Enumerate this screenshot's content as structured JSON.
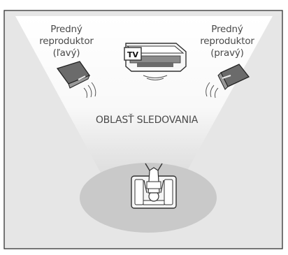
{
  "labels": {
    "front_left": [
      "Predný",
      "reproduktor",
      "(ľavý)"
    ],
    "front_right": [
      "Predný",
      "reproduktor",
      "(pravý)"
    ],
    "viewing_area": "OBLASŤ SLEDOVANIA",
    "tv": "TV"
  },
  "colors": {
    "frame_bg": "#e6e6e6",
    "frame_border": "#333333",
    "beam": "#ffffff",
    "seat_area": "#c9c9c9",
    "speaker": "#6b6b6b",
    "text": "#4a4a4a"
  }
}
